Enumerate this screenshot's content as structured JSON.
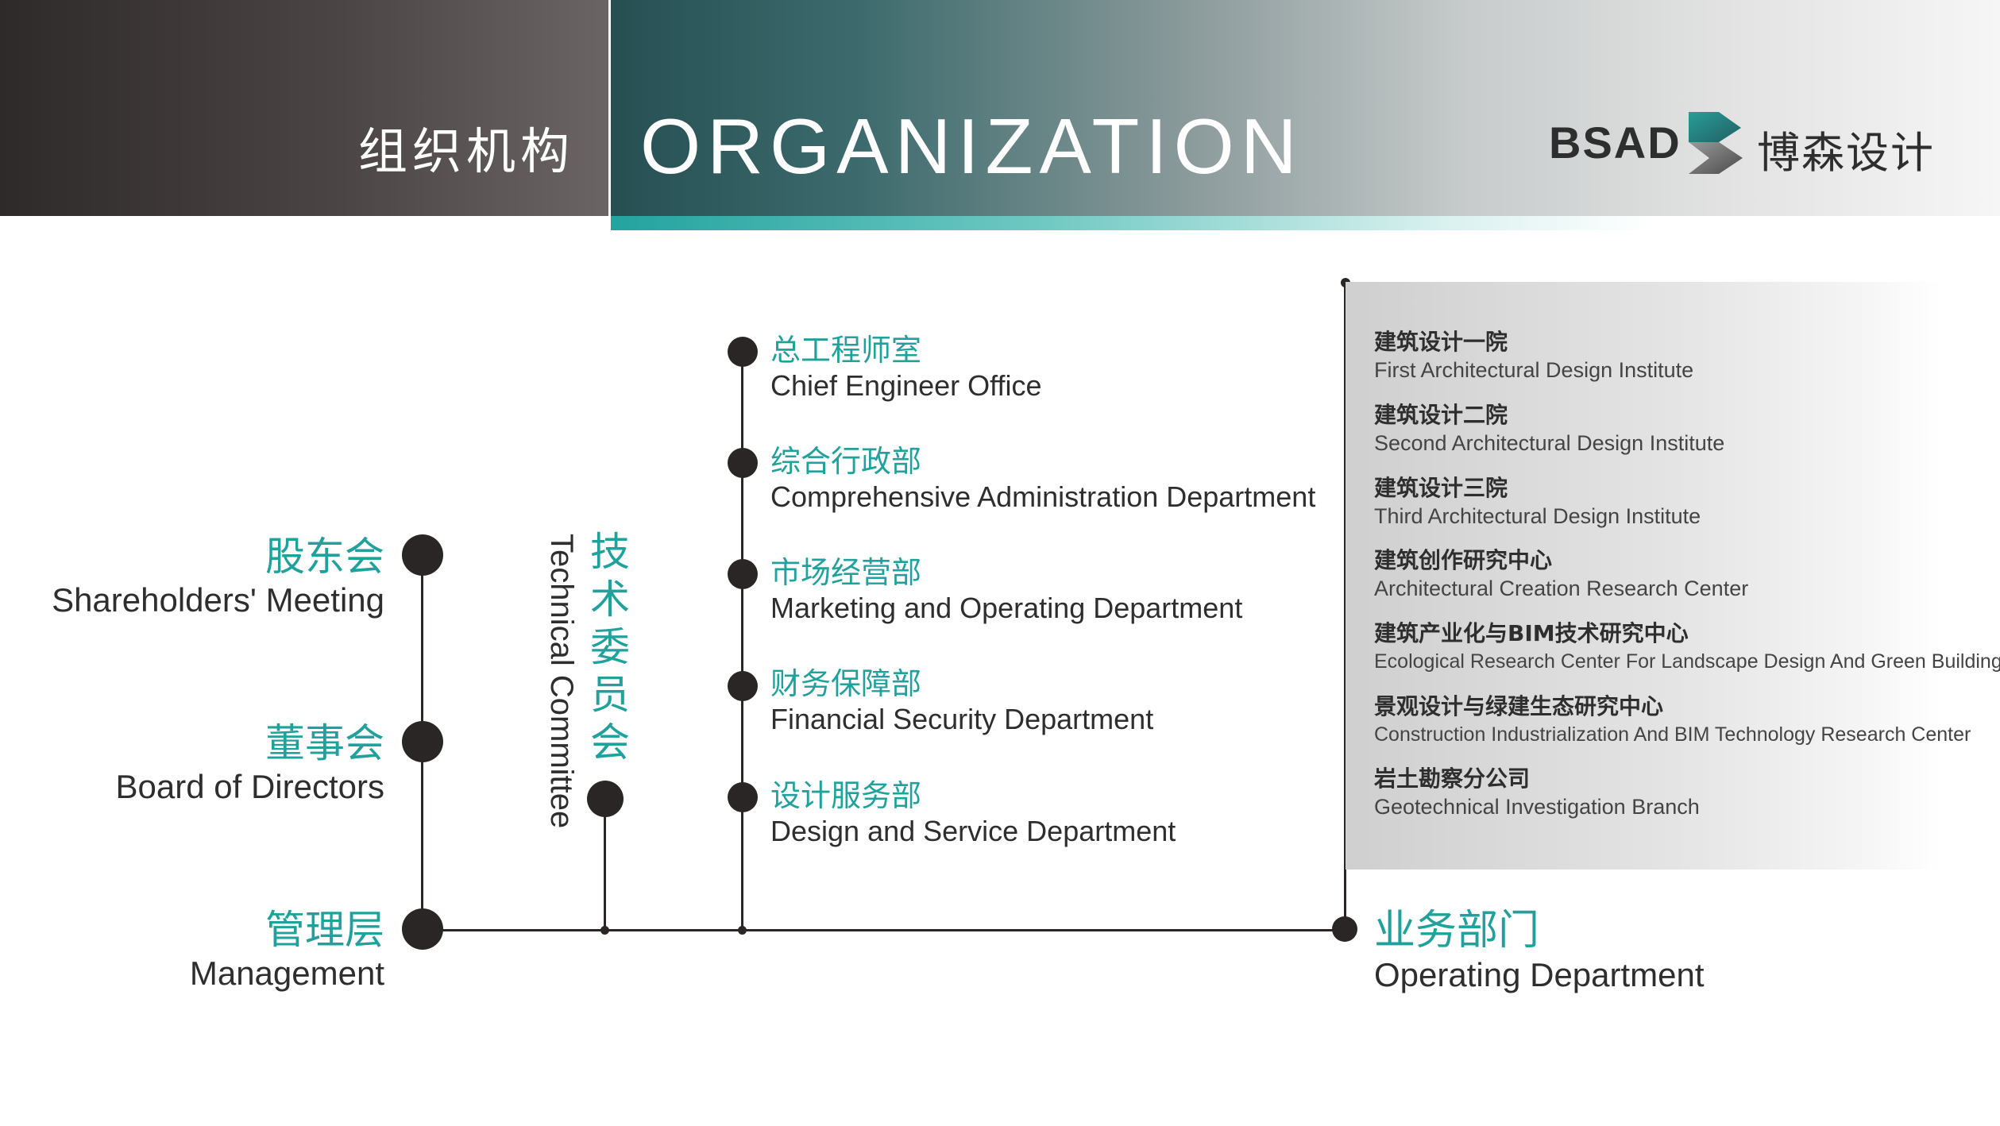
{
  "header": {
    "title_cn": "组织机构",
    "title_en": "ORGANIZATION",
    "logo_text": "BSAD",
    "logo_cn": "博森设计"
  },
  "colors": {
    "accent": "#21a19c",
    "line": "#2b2626",
    "text": "#2e2e2e"
  },
  "governance": [
    {
      "cn": "股东会",
      "en": "Shareholders' Meeting"
    },
    {
      "cn": "董事会",
      "en": "Board of Directors"
    },
    {
      "cn": "管理层",
      "en": "Management"
    }
  ],
  "technical_committee": {
    "cn": "技术委员会",
    "en": "Technical Committee"
  },
  "functional_departments": [
    {
      "cn": "总工程师室",
      "en": "Chief Engineer Office"
    },
    {
      "cn": "综合行政部",
      "en": "Comprehensive Administration Department"
    },
    {
      "cn": "市场经营部",
      "en": "Marketing and Operating Department"
    },
    {
      "cn": "财务保障部",
      "en": "Financial Security Department"
    },
    {
      "cn": "设计服务部",
      "en": "Design and Service Department"
    }
  ],
  "operating_units": [
    {
      "cn": "建筑设计一院",
      "en": "First Architectural Design Institute"
    },
    {
      "cn": "建筑设计二院",
      "en": "Second Architectural Design Institute"
    },
    {
      "cn": "建筑设计三院",
      "en": "Third Architectural Design Institute"
    },
    {
      "cn": "建筑创作研究中心",
      "en": "Architectural Creation Research Center"
    },
    {
      "cn": "建筑产业化与BIM技术研究中心",
      "en": "Ecological Research Center For Landscape Design And Green Building"
    },
    {
      "cn": "景观设计与绿建生态研究中心",
      "en": "Construction Industrialization And BIM Technology Research Center"
    },
    {
      "cn": "岩土勘察分公司",
      "en": "Geotechnical Investigation Branch"
    }
  ],
  "operating_department": {
    "cn": "业务部门",
    "en": "Operating Department"
  }
}
